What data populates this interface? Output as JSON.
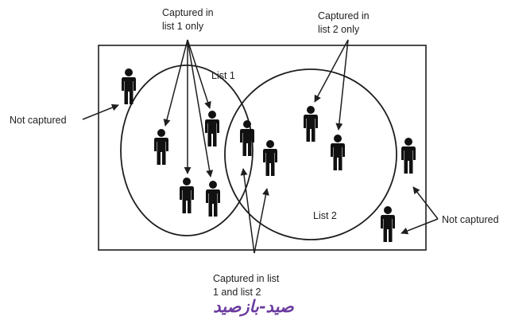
{
  "labels": {
    "captured_list1_only": [
      "Captured in",
      "list 1 only"
    ],
    "captured_list2_only": [
      "Captured in",
      "list 2 only"
    ],
    "captured_both": [
      "Captured in list",
      "1 and list 2"
    ],
    "not_captured_left": "Not captured",
    "not_captured_right": "Not captured"
  },
  "circles": {
    "list1_label": "List 1",
    "list2_label": "List 2"
  },
  "watermark": "صید-بازصید",
  "colors": {
    "line": "#1e1e1e",
    "figure": "#111111",
    "watermark": "#6b3c9e"
  }
}
